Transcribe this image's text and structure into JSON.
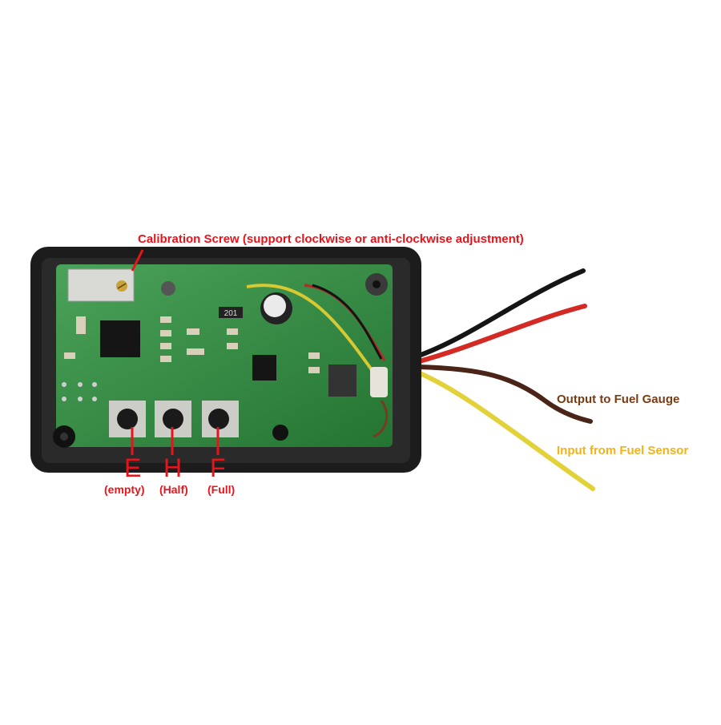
{
  "annotations": {
    "calibration_screw": "Calibration Screw (support clockwise or anti-clockwise adjustment)",
    "output": "Output to Fuel Gauge",
    "input": "Input from Fuel Sensor"
  },
  "buttons": [
    {
      "letter": "E",
      "meaning": "(empty)"
    },
    {
      "letter": "H",
      "meaning": "(Half)"
    },
    {
      "letter": "F",
      "meaning": "(Full)"
    }
  ],
  "component_marking": "201",
  "colors": {
    "annotation_red": "#e8141b",
    "output_brown": "#7a3b12",
    "input_yellow": "#f2b21a",
    "pcb_green": "#2f8a3e",
    "enclosure_black": "#1c1c1c"
  }
}
